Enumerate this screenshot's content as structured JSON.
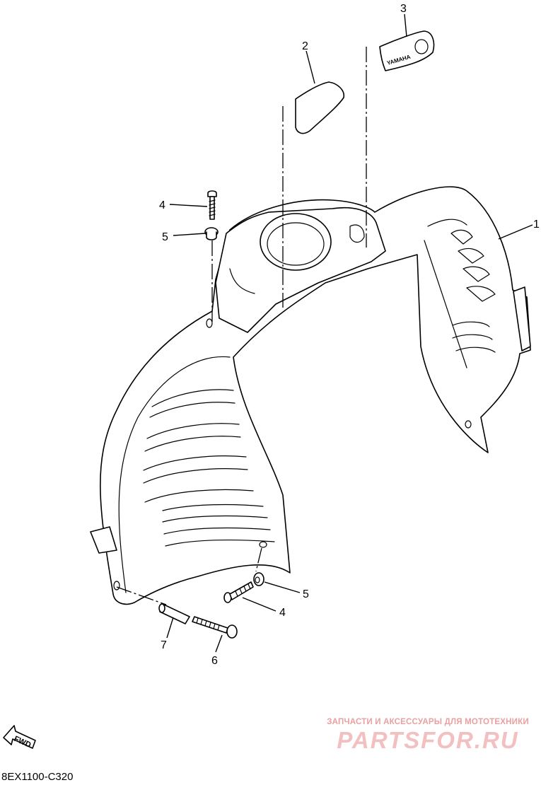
{
  "diagram": {
    "callouts": [
      "1",
      "2",
      "3",
      "4",
      "5",
      "4",
      "5",
      "6",
      "7"
    ],
    "emblem_text": "YAMAHA",
    "fwd_label": "FWD",
    "code": "8EX1100-C320"
  },
  "watermark": {
    "caption": "ЗАПЧАСТИ И АКСЕССУАРЫ ДЛЯ МОТОТЕХНИКИ",
    "logo": "PARTSFOR.RU",
    "color": "#f2c0c0"
  }
}
